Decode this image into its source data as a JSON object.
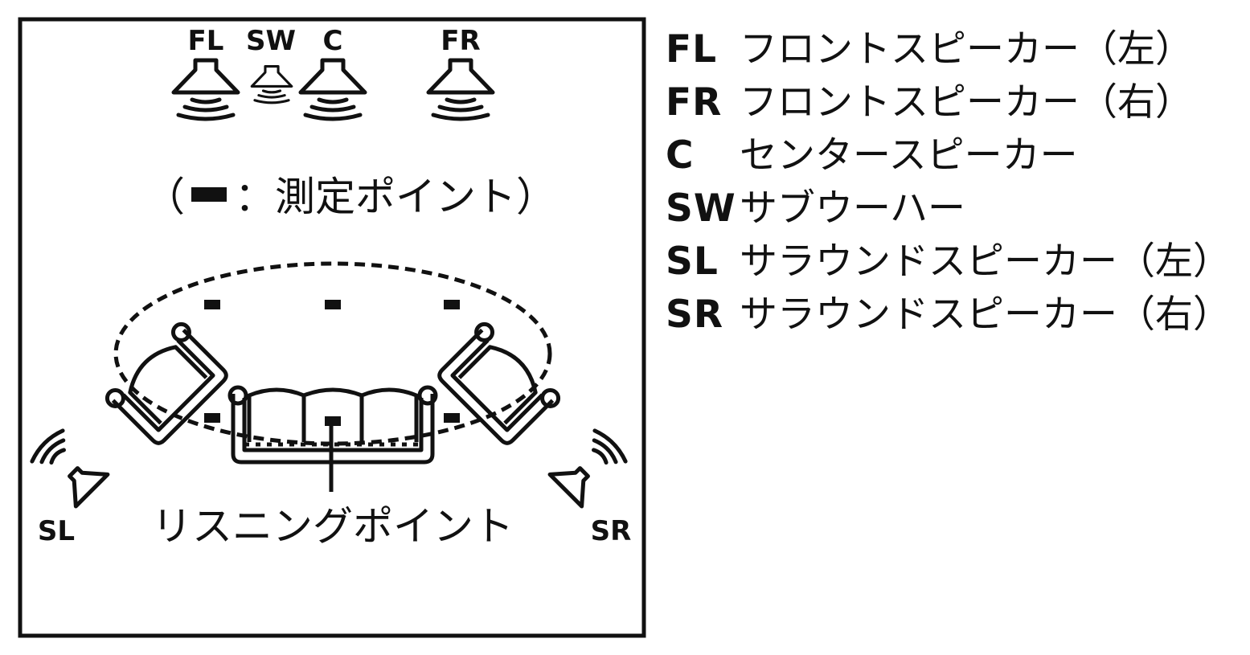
{
  "diagram": {
    "speakers": {
      "fl": "FL",
      "sw": "SW",
      "c": "C",
      "fr": "FR",
      "sl": "SL",
      "sr": "SR"
    },
    "measure_note": {
      "open": "（",
      "text": "：測定ポイント）"
    },
    "listening_point": "リスニングポイント"
  },
  "legend": [
    {
      "abbr": "FL",
      "desc": "フロントスピーカー（左）"
    },
    {
      "abbr": "FR",
      "desc": "フロントスピーカー（右）"
    },
    {
      "abbr": "C",
      "desc": "センタースピーカー"
    },
    {
      "abbr": "SW",
      "desc": "サブウーハー"
    },
    {
      "abbr": "SL",
      "desc": "サラウンドスピーカー（左）"
    },
    {
      "abbr": "SR",
      "desc": "サラウンドスピーカー（右）"
    }
  ]
}
